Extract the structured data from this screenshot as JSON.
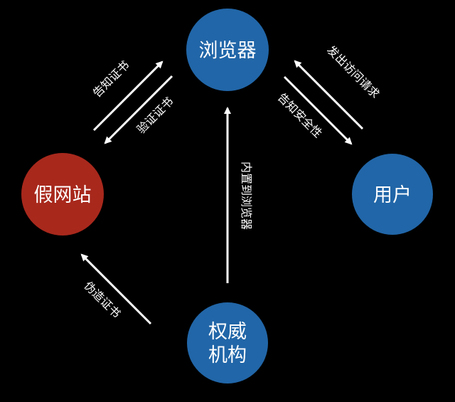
{
  "nodes": {
    "browser": {
      "label": "浏览器",
      "color": "#2166a8"
    },
    "fake_site": {
      "label": "假网站",
      "color": "#a8281c"
    },
    "user": {
      "label": "用户",
      "color": "#2166a8"
    },
    "authority": {
      "line1": "权威",
      "line2": "机构",
      "color": "#2166a8"
    }
  },
  "edges": {
    "notify_cert": "告知证书",
    "verify_cert": "验证证书",
    "send_request": "发出访问请求",
    "notify_security": "告知安全性",
    "builtin_browser": "内置到浏览器",
    "forge_cert": "伪造证书"
  },
  "colors": {
    "background": "#000000",
    "arrow": "#ffffff",
    "text": "#ffffff"
  }
}
